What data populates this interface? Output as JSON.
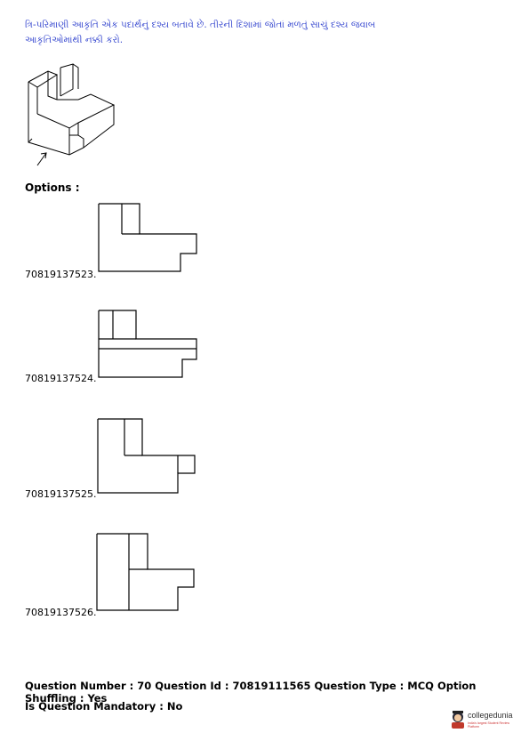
{
  "question": {
    "text": "ત્રિ-પરિમાણી આકૃતિ એક પદાર્થનું દશ્ય બતાવે છે. તીરની દિશામાં જોતાં મળતું સાચું દશ્ય જવાબ આકૃતિઓમાંથી નક્કી કરો."
  },
  "options_heading": "Options :",
  "options": [
    {
      "id": "70819137523."
    },
    {
      "id": "70819137524."
    },
    {
      "id": "70819137525."
    },
    {
      "id": "70819137526."
    }
  ],
  "meta": {
    "line1": "Question Number : 70 Question Id : 70819111565 Question Type : MCQ Option Shuffling : Yes",
    "line2": "Is Question Mandatory : No"
  },
  "logo": {
    "name": "collegedunia",
    "tagline": "India's largest Student Review Platform"
  }
}
